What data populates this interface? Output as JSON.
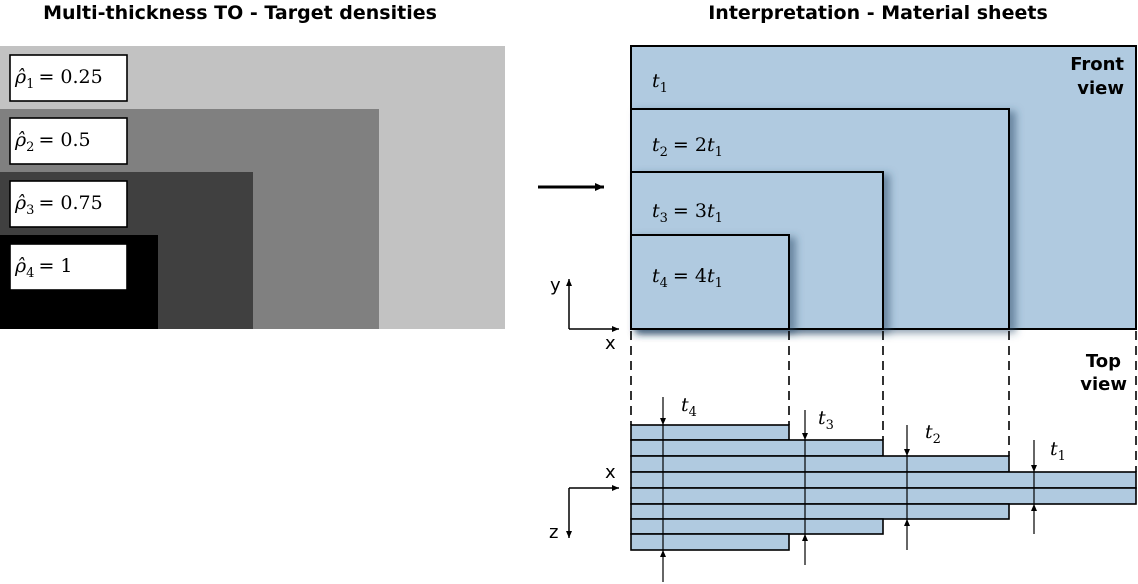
{
  "left_panel": {
    "title": "Multi-thickness TO - Target densities",
    "colors": {
      "rho1": "#c2c2c2",
      "rho2": "#808080",
      "rho3": "#404040",
      "rho4": "#000000"
    },
    "labels": [
      {
        "rho": "ρ̂",
        "sub": "1",
        "value": "= 0.25"
      },
      {
        "rho": "ρ̂",
        "sub": "2",
        "value": "= 0.5"
      },
      {
        "rho": "ρ̂",
        "sub": "3",
        "value": "= 0.75"
      },
      {
        "rho": "ρ̂",
        "sub": "4",
        "value": "= 1"
      }
    ]
  },
  "right_panel": {
    "title": "Interpretation - Material sheets",
    "sheet_color": "#b0cae0",
    "front_view": {
      "line1": "Front",
      "line2": "view"
    },
    "top_view": {
      "line1": "Top",
      "line2": "view"
    },
    "sheets": [
      {
        "t": "t",
        "sub": "1",
        "eq": ""
      },
      {
        "t": "t",
        "sub": "2",
        "eq": "= 2",
        "t2": "t",
        "sub2": "1"
      },
      {
        "t": "t",
        "sub": "3",
        "eq": "= 3",
        "t2": "t",
        "sub2": "1"
      },
      {
        "t": "t",
        "sub": "4",
        "eq": "= 4",
        "t2": "t",
        "sub2": "1"
      }
    ],
    "thickness_labels": [
      {
        "t": "t",
        "sub": "4"
      },
      {
        "t": "t",
        "sub": "3"
      },
      {
        "t": "t",
        "sub": "2"
      },
      {
        "t": "t",
        "sub": "1"
      }
    ],
    "axes_front": {
      "y": "y",
      "x": "x"
    },
    "axes_top": {
      "x": "x",
      "z": "z"
    }
  }
}
